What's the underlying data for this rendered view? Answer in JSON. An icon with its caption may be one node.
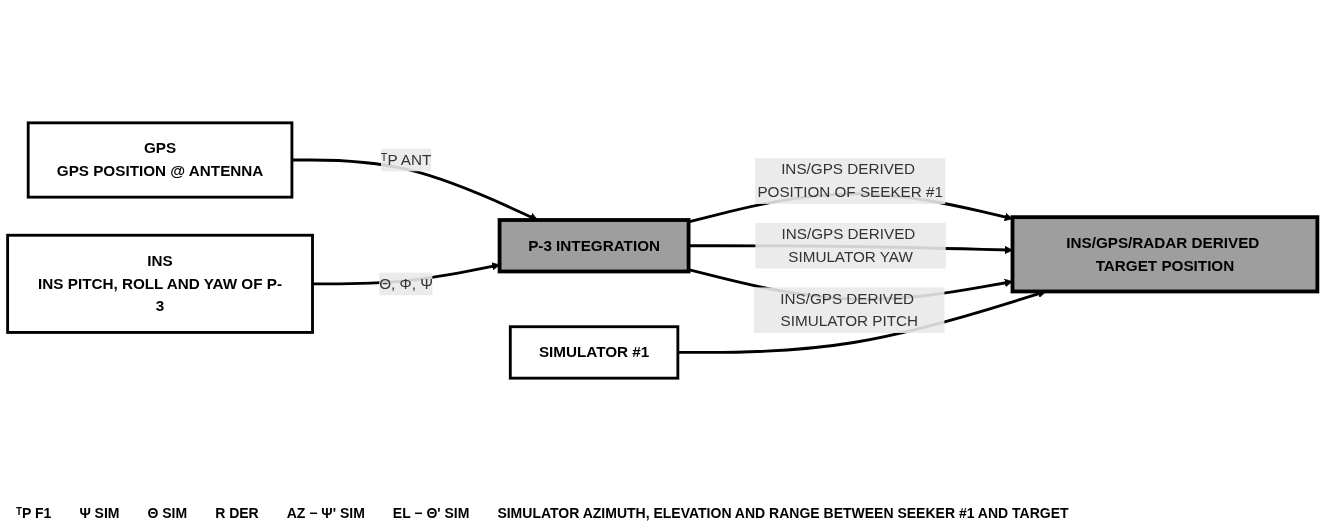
{
  "diagram": {
    "nodes": [
      {
        "text": [
          "GPS",
          "GPS POSITION @ ANTENNA"
        ]
      },
      {
        "text": [
          "INS",
          "INS PITCH, ROLL AND YAW OF P-3"
        ]
      },
      {
        "text": [
          "SIMULATOR #1"
        ]
      },
      {
        "text": [
          "P-3 INTEGRATION"
        ]
      },
      {
        "text": [
          "INS/GPS/RADAR DERIVED TARGET POSITION"
        ]
      }
    ],
    "edges": [
      {
        "from": 0,
        "to": 3,
        "arrow": "to",
        "label": "ᵀP ANT"
      },
      {
        "from": 1,
        "to": 3,
        "arrow": "to",
        "label": "Θ, Φ, Ψ"
      },
      {
        "from": 3,
        "to": 4,
        "arrow": "to",
        "label": "INS/GPS DERIVED POSITION OF SEEKER #1"
      },
      {
        "from": 3,
        "to": 4,
        "arrow": "to",
        "label": "INS/GPS DERIVED SIMULATOR YAW"
      },
      {
        "from": 3,
        "to": 4,
        "arrow": "to",
        "label": "INS/GPS DERIVED SIMULATOR PITCH"
      },
      {
        "from": 2,
        "to": 4,
        "arrow": "to"
      }
    ],
    "labels": [
      "ᵀP F1",
      "Ψ SIM",
      "Θ SIM",
      "R DER",
      "AZ − Ψ' SIM",
      "EL − Θ' SIM",
      "SIMULATOR AZIMUTH, ELEVATION AND RANGE BETWEEN SEEKER #1 AND TARGET"
    ]
  }
}
